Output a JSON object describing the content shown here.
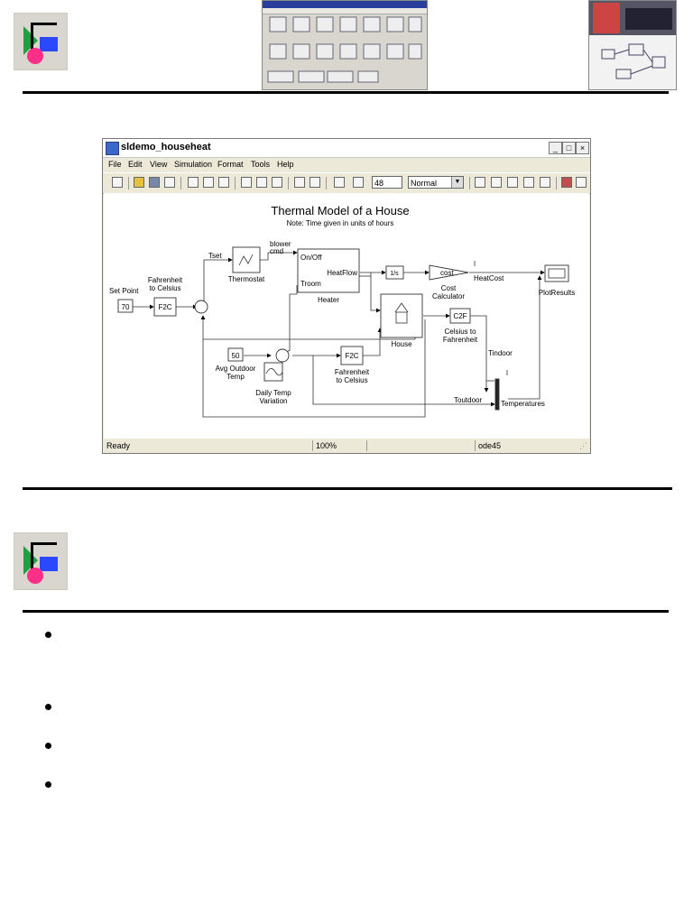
{
  "window": {
    "title": "sldemo_househeat",
    "buttons": {
      "minimize": "_",
      "maximize": "□",
      "close": "×"
    },
    "menu": [
      "File",
      "Edit",
      "View",
      "Simulation",
      "Format",
      "Tools",
      "Help"
    ],
    "stop_time": "48",
    "sim_mode": "Normal",
    "status": {
      "state": "Ready",
      "zoom": "100%",
      "solver": "ode45"
    }
  },
  "model": {
    "title": "Thermal Model of a House",
    "subtitle": "Note: Time given in units of hours",
    "blocks": {
      "set_point_label": "Set Point",
      "set_point_value": "70",
      "f2c_1": "F2C",
      "f2c_1_label_1": "Fahrenheit",
      "f2c_1_label_2": "to Celsius",
      "tset": "Tset",
      "thermostat": "Thermostat",
      "blower_cmd_1": "blower",
      "blower_cmd_2": "cmd",
      "heater_onoff": "On/Off",
      "heater_troom": "Troom",
      "heater_heatflow": "HeatFlow",
      "heater": "Heater",
      "gain": "1/s",
      "cost": "cost",
      "cost_calc_1": "Cost",
      "cost_calc_2": "Calculator",
      "heat_cost": "HeatCost",
      "plot_results": "PlotResults",
      "house": "House",
      "c2f": "C2F",
      "c2f_label_1": "Celsius to",
      "c2f_label_2": "Fahrenheit",
      "tindoor": "Tindoor",
      "avg_value": "50",
      "avg_label_1": "Avg Outdoor",
      "avg_label_2": "Temp",
      "daily_1": "Daily Temp",
      "daily_2": "Variation",
      "f2c_2": "F2C",
      "f2c_2_label_1": "Fahrenheit",
      "f2c_2_label_2": "to Celsius",
      "toutdoor": "Toutdoor",
      "temperatures": "Temperatures"
    }
  }
}
